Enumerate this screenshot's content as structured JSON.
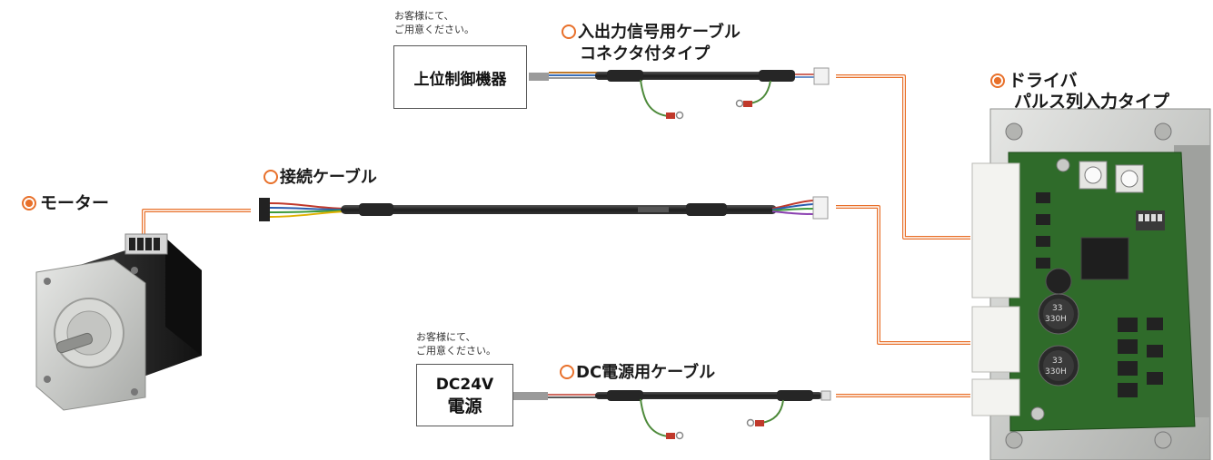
{
  "labels": {
    "motor": "モーター",
    "connection_cable": "接続ケーブル",
    "io_cable_line1": "入出力信号用ケーブル",
    "io_cable_line2": "コネクタ付タイプ",
    "driver_line1": "ドライバ",
    "driver_line2": "パルス列入力タイプ",
    "dc_cable": "DC電源用ケーブル"
  },
  "notes": {
    "customer_prepared_top_1": "お客様にて、",
    "customer_prepared_top_2": "ご用意ください。",
    "customer_prepared_bottom_1": "お客様にて、",
    "customer_prepared_bottom_2": "ご用意ください。"
  },
  "boxes": {
    "controller": "上位制御機器",
    "power_line1": "DC24V",
    "power_line2": "電源"
  },
  "capacitor_text": {
    "cap1_line1": "33",
    "cap1_line2": "330H",
    "cap2_line1": "33",
    "cap2_line2": "330H"
  },
  "colors": {
    "accent_orange": "#e8702a",
    "cable_black": "#2a2a2a",
    "ground_green": "#4d8a3a",
    "pcb_green": "#2f6b2a",
    "metal_gray": "#c9cbc8"
  },
  "icons": {
    "filled_bullet": "filled-bullet-icon",
    "open_bullet": "open-bullet-icon"
  }
}
